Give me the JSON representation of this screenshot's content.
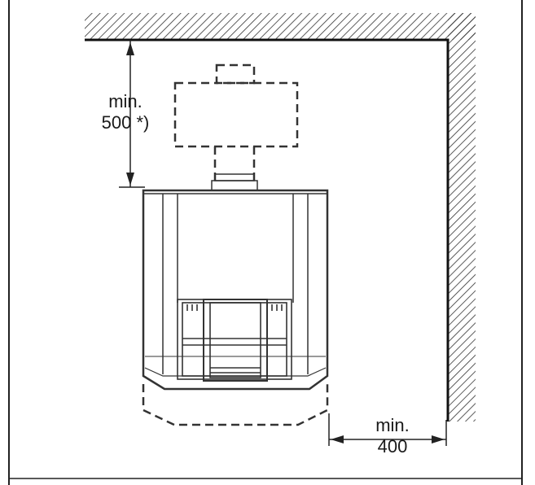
{
  "diagram": {
    "top_clearance": {
      "line1": "min.",
      "line2": "500 *)"
    },
    "side_clearance": {
      "line1": "min.",
      "line2": "400"
    }
  },
  "colors": {
    "ink": "#1a1a1a",
    "hatch": "#333333",
    "background": "#ffffff"
  }
}
